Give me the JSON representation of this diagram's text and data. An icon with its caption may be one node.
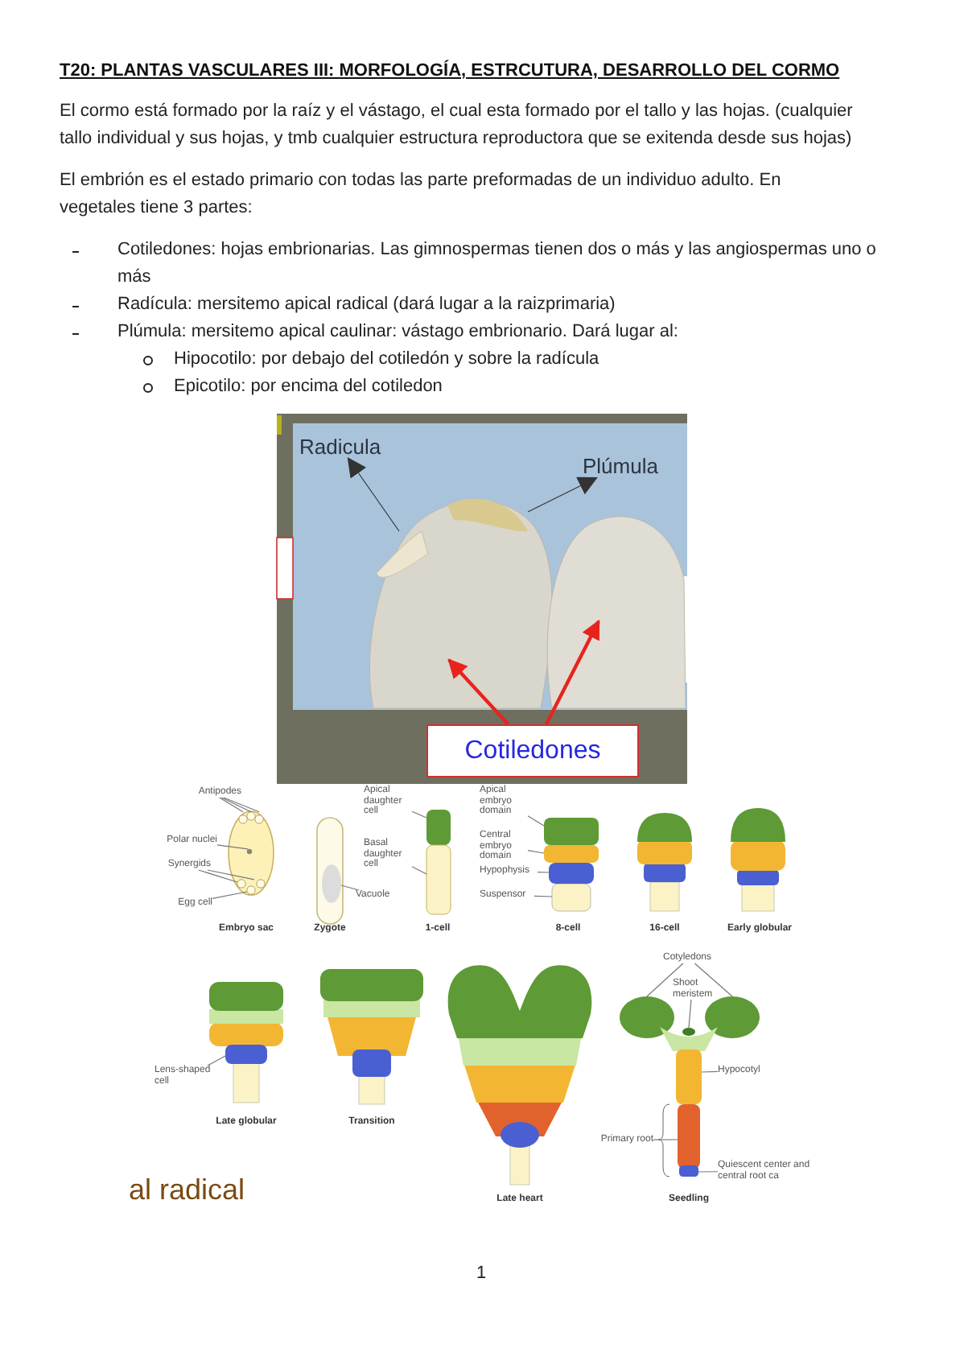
{
  "diagram": {
    "title": "T20: PLANTAS VASCULARES III: MORFOLOGÍA, ESTRCUTURA, DESARROLLO DEL CORMO",
    "nodes": [
      {
        "text": [
          "Radicula"
        ]
      },
      {
        "text": [
          "Plúmula"
        ]
      },
      {
        "text": [],
        "shape": "picture"
      },
      {
        "text": [],
        "shape": "picture",
        "in": 2
      },
      {
        "text": [],
        "shape": "picture",
        "in": 2
      },
      {
        "text": [],
        "shape": "picture"
      },
      {
        "text": [
          "Cotiledones"
        ]
      },
      {
        "text": [
          "Antipodes"
        ]
      },
      {
        "text": [
          "Polar nuclei"
        ]
      },
      {
        "text": [
          "Synergids"
        ]
      },
      {
        "text": [
          "Egg cell"
        ]
      },
      {
        "text": [
          "Vacuole"
        ]
      },
      {
        "text": [
          "Apical daughter cell"
        ]
      },
      {
        "text": [
          "Basal daughter cell"
        ]
      },
      {
        "text": [
          "Apical embryo domain"
        ]
      },
      {
        "text": [
          "Central embryo domain"
        ]
      },
      {
        "text": [
          "Hypophysis"
        ]
      },
      {
        "text": [
          "Suspensor"
        ]
      },
      {
        "text": [
          "Lens-shaped cell"
        ]
      },
      {
        "text": [
          "Cotyledons"
        ]
      },
      {
        "text": [
          "Shoot meristem"
        ]
      },
      {
        "text": [
          "Hypocotyl"
        ]
      },
      {
        "text": [
          "Primary root"
        ]
      },
      {
        "text": [
          "Quiescent center and central root ca"
        ]
      },
      {
        "text": [],
        "shape": "circle"
      },
      {
        "text": [],
        "shape": "circle"
      },
      {
        "text": [],
        "shape": "circle"
      },
      {
        "text": [],
        "shape": "circle"
      },
      {
        "text": [],
        "shape": "circle"
      },
      {
        "text": [],
        "shape": "box"
      },
      {
        "text": [],
        "shape": "box"
      },
      {
        "text": [],
        "shape": "box"
      },
      {
        "text": [],
        "shape": "box"
      },
      {
        "text": [],
        "shape": "box"
      },
      {
        "text": [],
        "shape": "box"
      },
      {
        "text": [],
        "shape": "box"
      },
      {
        "text": [],
        "shape": "circle"
      },
      {
        "text": [],
        "shape": "circle"
      },
      {
        "text": [],
        "shape": "circle"
      },
      {
        "text": [],
        "shape": "box"
      },
      {
        "text": [],
        "shape": "box"
      },
      {
        "text": [],
        "shape": "box"
      }
    ],
    "edges": [
      {
        "from": 3,
        "to": 0,
        "arrow": "to"
      },
      {
        "from": 4,
        "to": 1,
        "arrow": "to"
      },
      {
        "from": 6,
        "to": 2,
        "arrow": "to",
        "style": "thick",
        "color": "#e8231e"
      },
      {
        "from": 6,
        "to": 5,
        "arrow": "to",
        "style": "thick",
        "color": "#e8231e"
      },
      {
        "from": 7,
        "to": 24,
        "arrow": "none"
      },
      {
        "from": 7,
        "to": 24,
        "arrow": "none"
      },
      {
        "from": 7,
        "to": 24,
        "arrow": "none"
      },
      {
        "from": 8,
        "to": 25,
        "arrow": "none"
      },
      {
        "from": 9,
        "to": 26,
        "arrow": "none"
      },
      {
        "from": 9,
        "to": 26,
        "arrow": "none"
      },
      {
        "from": 10,
        "to": 27,
        "arrow": "none"
      },
      {
        "from": 11,
        "to": 28,
        "arrow": "none"
      },
      {
        "from": 12,
        "to": 29,
        "arrow": "none"
      },
      {
        "from": 13,
        "to": 30,
        "arrow": "none"
      },
      {
        "from": 14,
        "to": 31,
        "arrow": "none"
      },
      {
        "from": 15,
        "to": 32,
        "arrow": "none"
      },
      {
        "from": 16,
        "to": 33,
        "arrow": "none"
      },
      {
        "from": 17,
        "to": 34,
        "arrow": "none"
      },
      {
        "from": 18,
        "to": 35,
        "arrow": "none"
      },
      {
        "from": 19,
        "to": 36,
        "arrow": "none"
      },
      {
        "from": 19,
        "to": 37,
        "arrow": "none"
      },
      {
        "from": 20,
        "to": 38,
        "arrow": "none"
      },
      {
        "from": 21,
        "to": 39,
        "arrow": "none"
      },
      {
        "from": 22,
        "to": 40,
        "arrow": "none"
      },
      {
        "from": 23,
        "to": 41,
        "arrow": "none"
      }
    ],
    "labels": [
      "El cormo está formado por la raíz y el vástago, el cual esta formado por el tallo y las hojas. (cualquier tallo individual y sus hojas, y tmb cualquier estructura reproductora que se exitenda desde sus hojas)",
      "El embrión es el estado primario con todas las parte preformadas de un individuo adulto. En vegetales tiene 3 partes:",
      "Cotiledones: hojas embrionarias. Las gimnospermas tienen dos o más y las angiospermas uno o más",
      "Radícula: mersitemo apical radical (dará lugar a la raizprimaria)",
      "Plúmula: mersitemo apical caulinar: vástago embrionario. Dará lugar al:",
      "Hipocotilo: por debajo del cotiledón y sobre la radícula",
      "Epicotilo: por encima del cotiledon",
      "Embryo sac",
      "Zygote",
      "1-cell",
      "8-cell",
      "16-cell",
      "Early globular",
      "Late globular",
      "Transition",
      "al radical",
      "Late heart",
      "Seedling",
      "1"
    ]
  }
}
